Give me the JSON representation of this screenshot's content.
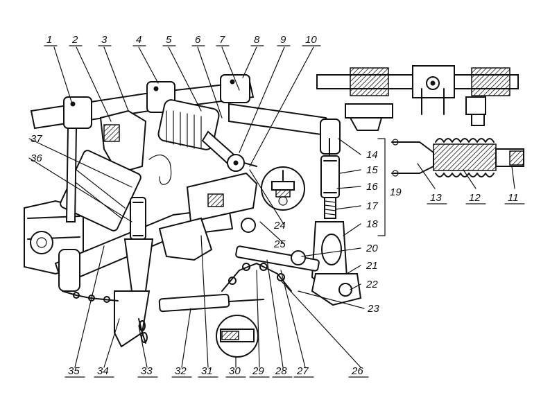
{
  "labels": {
    "l1": "1",
    "l2": "2",
    "l3": "3",
    "l4": "4",
    "l5": "5",
    "l6": "6",
    "l7": "7",
    "l8": "8",
    "l9": "9",
    "l10": "10",
    "l11": "11",
    "l12": "12",
    "l13": "13",
    "l14": "14",
    "l15": "15",
    "l16": "16",
    "l17": "17",
    "l18": "18",
    "l19": "19",
    "l20": "20",
    "l21": "21",
    "l22": "22",
    "l23": "23",
    "l24": "24",
    "l25": "25",
    "l26": "26",
    "l27": "27",
    "l28": "28",
    "l29": "29",
    "l30": "30",
    "l31": "31",
    "l32": "32",
    "l33": "33",
    "l34": "34",
    "l35": "35",
    "l36": "36",
    "l37": "37"
  }
}
